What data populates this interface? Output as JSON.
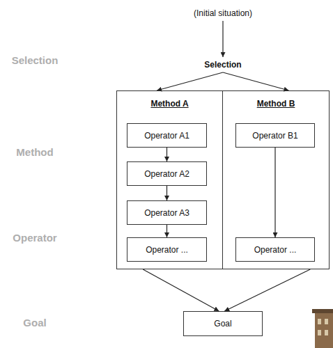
{
  "diagram": {
    "nodes": [
      {
        "text": [
          "(Initial situation)"
        ]
      },
      {
        "text": [
          "Selection"
        ]
      },
      {
        "text": [
          "Method A"
        ]
      },
      {
        "text": [
          "Operator A1"
        ],
        "in": 2
      },
      {
        "text": [
          "Operator A2"
        ],
        "in": 2
      },
      {
        "text": [
          "Operator A3"
        ],
        "in": 2
      },
      {
        "text": [
          "Operator ..."
        ],
        "in": 2
      },
      {
        "text": [
          "Method B"
        ]
      },
      {
        "text": [
          "Operator B1"
        ],
        "in": 7
      },
      {
        "text": [
          "Operator ..."
        ],
        "in": 7
      },
      {
        "text": [
          "Goal"
        ]
      }
    ],
    "edges": [
      {
        "from": 0,
        "to": 1,
        "arrow": "to"
      },
      {
        "from": 1,
        "to": 2,
        "arrow": "to"
      },
      {
        "from": 1,
        "to": 7,
        "arrow": "to"
      },
      {
        "from": 3,
        "to": 4,
        "arrow": "to"
      },
      {
        "from": 4,
        "to": 5,
        "arrow": "to"
      },
      {
        "from": 5,
        "to": 6,
        "arrow": "to"
      },
      {
        "from": 8,
        "to": 9,
        "arrow": "to"
      },
      {
        "from": 2,
        "to": 10,
        "arrow": "to"
      },
      {
        "from": 7,
        "to": 10,
        "arrow": "to"
      }
    ],
    "labels": [
      "Selection",
      "Method",
      "Operator",
      "Goal"
    ]
  }
}
